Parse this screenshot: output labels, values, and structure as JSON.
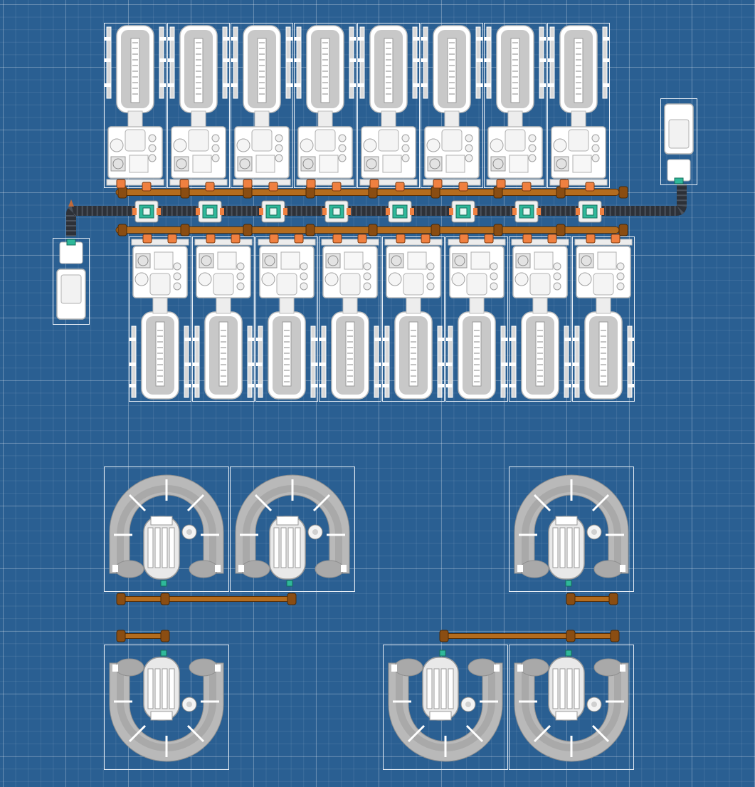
{
  "view": {
    "mode": "blueprint"
  },
  "colors": {
    "background": "#2a5f92",
    "grid_major": "rgba(255,255,255,0.22)",
    "grid_minor": "rgba(255,255,255,0.09)",
    "machine_body": "#ffffff",
    "machine_inner": "#c8c8c8",
    "machine_dark": "#8c8c8c",
    "pipe_copper": "#b46c1e",
    "pipe_joint": "#8a4d12",
    "pipe_dark": "#2d3138",
    "connector_orange": "#f08040",
    "connector_green": "#2fb89a",
    "silo_ring": "#a9a9a9",
    "silo_outer": "#b9b9b9"
  },
  "icons": {
    "refinery": "refinery-machine-icon",
    "silo": "circular-silo-icon",
    "pump": "pump-station-icon",
    "valve": "pipe-valve-icon",
    "conveyor": "dark-conveyor-icon"
  },
  "layout_groups": {
    "top_refinery_row_count": 8,
    "bottom_refinery_row_count": 8,
    "silo_count": 6,
    "pump_station_count": 2
  }
}
